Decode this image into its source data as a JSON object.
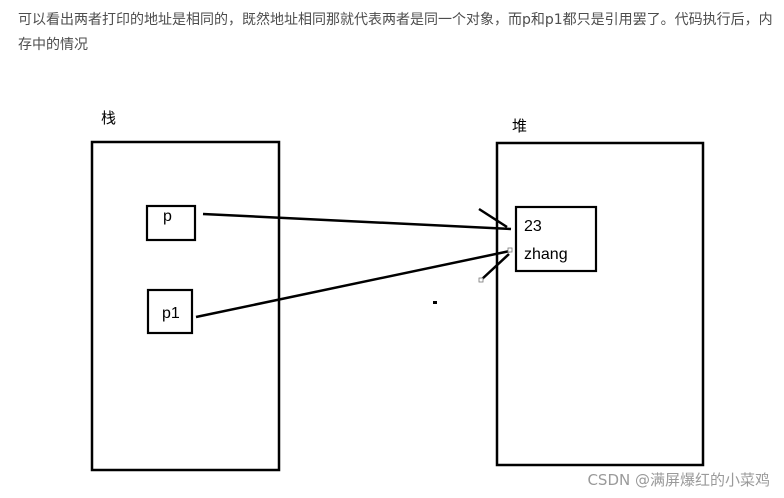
{
  "article": {
    "paragraph": "可以看出两者打印的地址是相同的，既然地址相同那就代表两者是同一个对象，而p和p1都只是引用罢了。代码执行后，内存中的情况"
  },
  "diagram": {
    "stack_label": "栈",
    "heap_label": "堆",
    "ref_p": "p",
    "ref_p1": "p1",
    "object_age": "23",
    "object_name": "zhang"
  },
  "watermark": "CSDN @满屏爆红的小菜鸡",
  "colors": {
    "paragraph_text": "#4d4d4d",
    "diagram_ink": "#000000",
    "watermark_text": "#9a9a9a"
  }
}
